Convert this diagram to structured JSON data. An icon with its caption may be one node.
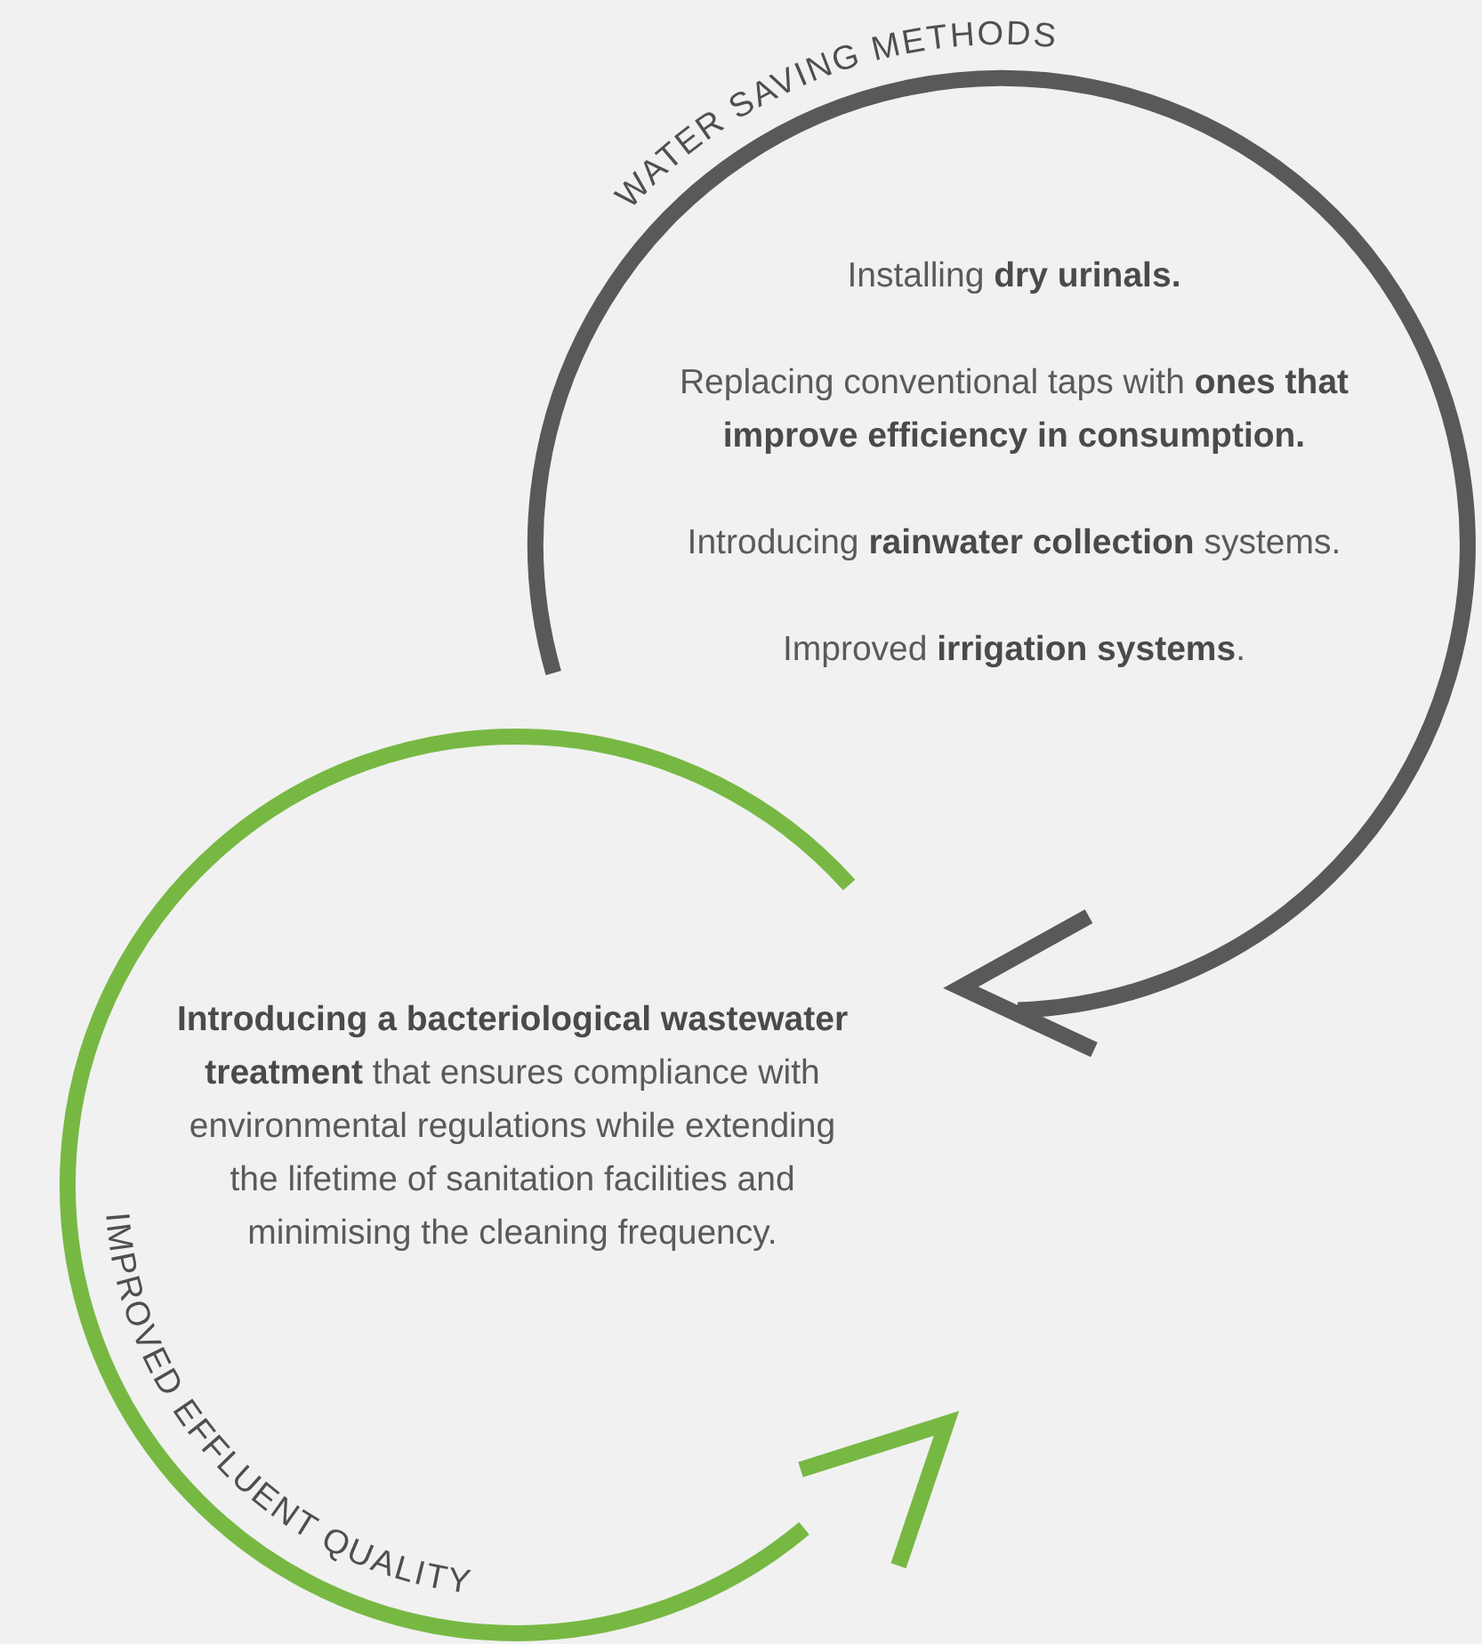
{
  "diagram": {
    "nodes": [
      {
        "text": [
          "WATER SAVING METHODS",
          "Installing **dry urinals.**",
          "Replacing conventional taps with **ones that improve efficiency in consumption.**",
          "Introducing **rainwater collection** systems.",
          "Improved **irrigation systems**."
        ]
      },
      {
        "text": [
          "IMPROVED EFFLUENT QUALITY",
          "**Introducing a bacteriological wastewater treatment** that ensures compliance with environmental regulations while extending the lifetime of sanitation facilities and minimising the cleaning frequency."
        ]
      }
    ]
  }
}
